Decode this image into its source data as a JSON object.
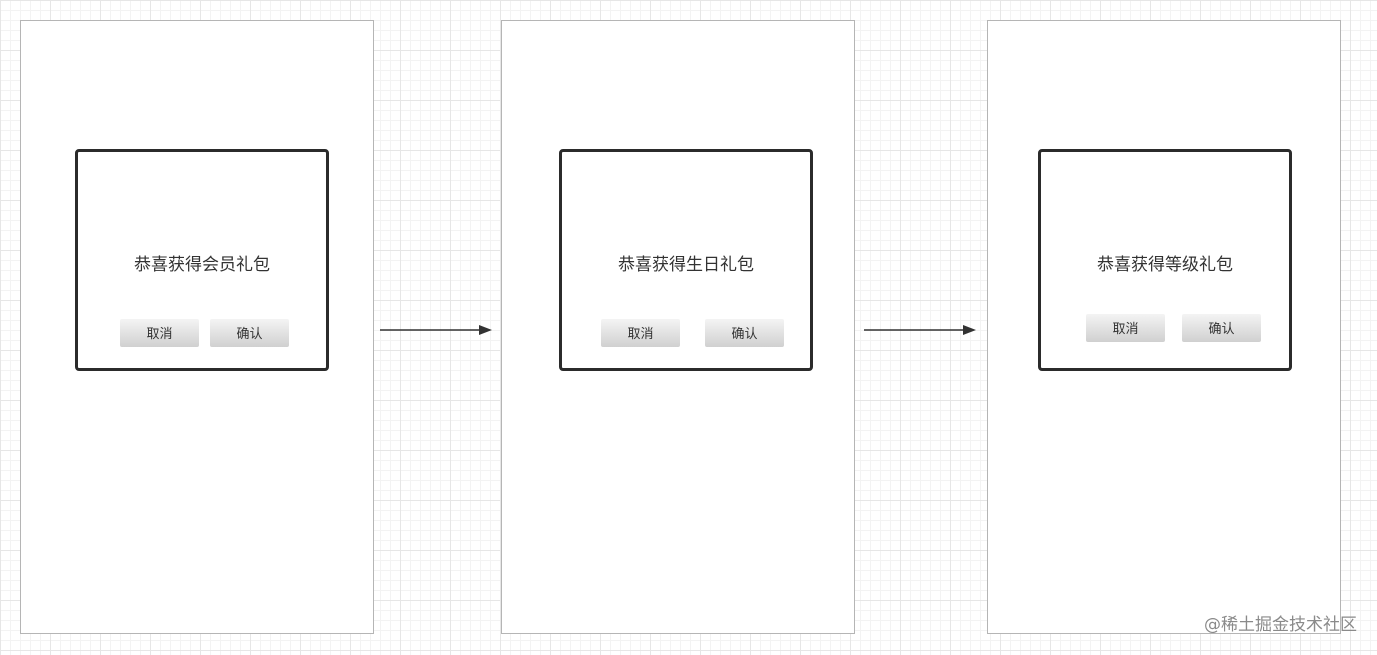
{
  "screens": [
    {
      "dialog": {
        "title": "恭喜获得会员礼包",
        "cancel_label": "取消",
        "confirm_label": "确认"
      }
    },
    {
      "dialog": {
        "title": "恭喜获得生日礼包",
        "cancel_label": "取消",
        "confirm_label": "确认"
      }
    },
    {
      "dialog": {
        "title": "恭喜获得等级礼包",
        "cancel_label": "取消",
        "confirm_label": "确认"
      }
    }
  ],
  "watermark": "@稀土掘金技术社区",
  "colors": {
    "dialog_border": "#2b2b2b",
    "screen_border": "#b5b5b5",
    "arrow": "#333333",
    "button_top": "#f4f4f4",
    "button_bottom": "#d0d0d0"
  }
}
